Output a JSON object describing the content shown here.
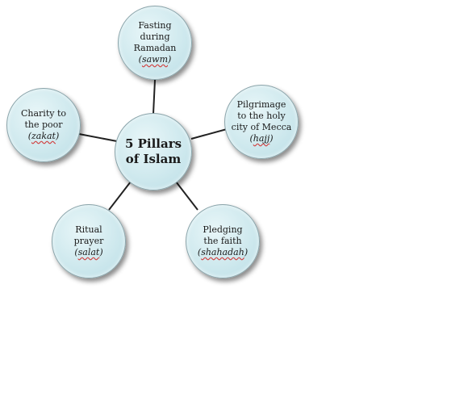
{
  "center": {
    "line1": "5 Pillars",
    "line2": "of Islam"
  },
  "pillars": {
    "fasting": {
      "lines": [
        "Fasting",
        "during",
        "Ramadan"
      ],
      "term": "sawm"
    },
    "charity": {
      "lines": [
        "Charity to",
        "the poor"
      ],
      "term": "zakat"
    },
    "pilgrimage": {
      "lines": [
        "Pilgrimage",
        "to the holy",
        "city of Mecca"
      ],
      "term": "hajj"
    },
    "prayer": {
      "lines": [
        "Ritual",
        "prayer"
      ],
      "term": "salat"
    },
    "faith": {
      "lines": [
        "Pledging",
        "the faith"
      ],
      "term": "shahadah"
    }
  },
  "colors": {
    "node_fill": "#cfe9ee",
    "connector": "#222222"
  }
}
